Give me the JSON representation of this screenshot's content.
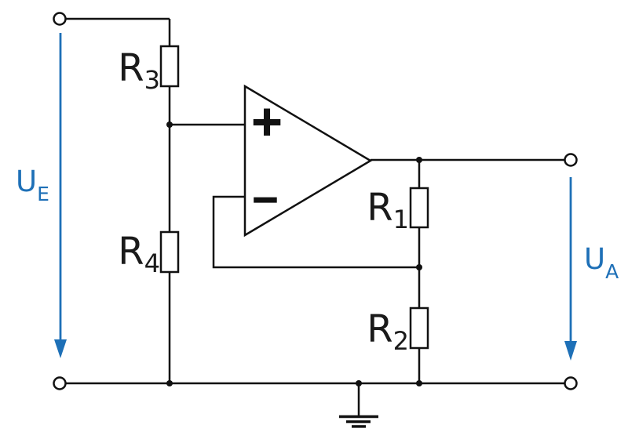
{
  "colors": {
    "wire": "#111111",
    "accent": "#1e70b7",
    "background": "#ffffff"
  },
  "labels": {
    "input_voltage": {
      "base": "U",
      "sub": "E"
    },
    "output_voltage": {
      "base": "U",
      "sub": "A"
    },
    "r1": {
      "base": "R",
      "sub": "1"
    },
    "r2": {
      "base": "R",
      "sub": "2"
    },
    "r3": {
      "base": "R",
      "sub": "3"
    },
    "r4": {
      "base": "R",
      "sub": "4"
    },
    "opamp": {
      "plus": "+",
      "minus": "−"
    }
  }
}
